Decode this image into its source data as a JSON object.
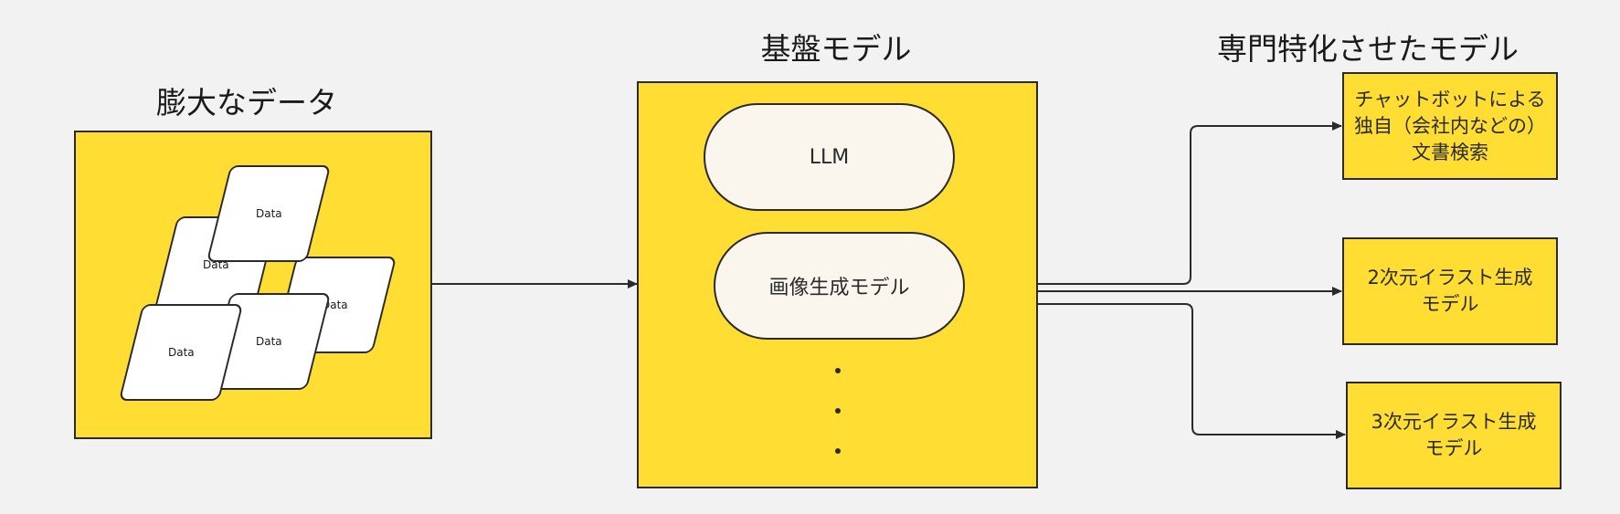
{
  "titles": {
    "data": "膨大なデータ",
    "foundation": "基盤モデル",
    "specialized": "専門特化させたモデル"
  },
  "data_cards": [
    "Data",
    "Data",
    "Data",
    "Data",
    "Data"
  ],
  "foundation_models": {
    "llm": "LLM",
    "image_gen": "画像生成モデル"
  },
  "outputs": {
    "chatbot": [
      "チャットボットによる",
      "独自（会社内などの）",
      "文書検索"
    ],
    "illust2d": [
      "2次元イラスト生成",
      "モデル"
    ],
    "illust3d": [
      "3次元イラスト生成",
      "モデル"
    ]
  },
  "colors": {
    "box_fill": "#ffdd33",
    "pill_fill": "#faf6ee",
    "background": "#f2f2f2",
    "stroke": "#2a2a2a"
  }
}
